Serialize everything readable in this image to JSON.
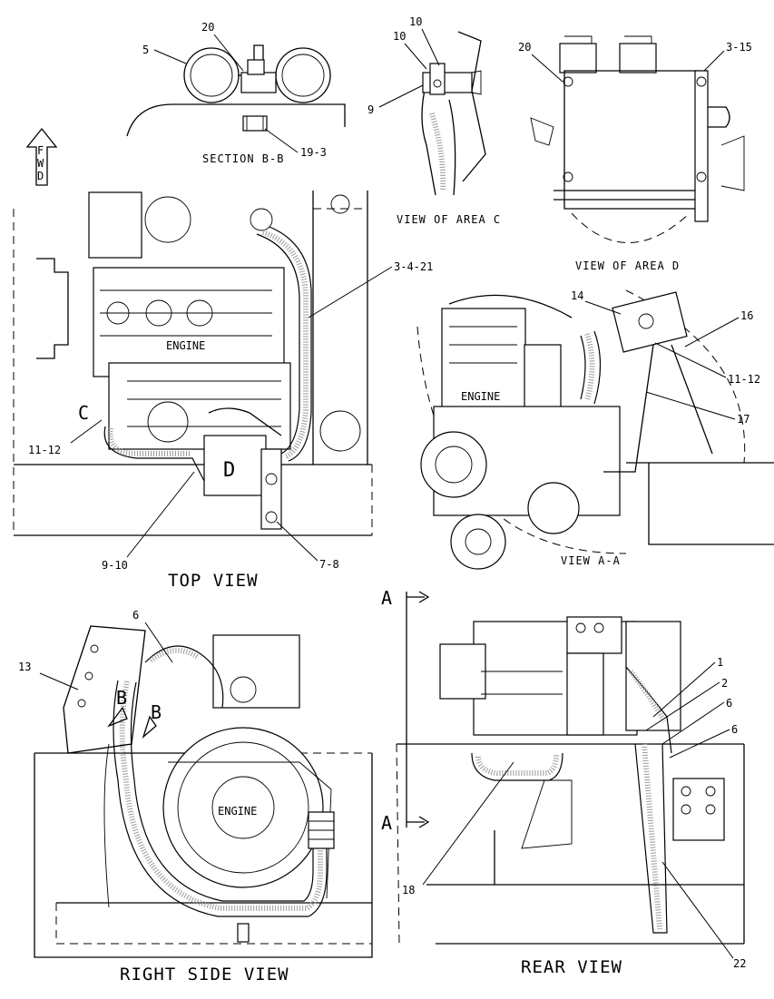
{
  "views": {
    "top_view": "TOP VIEW",
    "right_side_view": "RIGHT SIDE VIEW",
    "rear_view": "REAR VIEW",
    "view_a_a": "VIEW A-A",
    "view_area_c": "VIEW OF AREA C",
    "view_area_d": "VIEW OF AREA D",
    "section_b_b": "SECTION B-B"
  },
  "engine_label": "ENGINE",
  "fwd": [
    "F",
    "W",
    "D"
  ],
  "area_markers": {
    "c": "C",
    "d": "D",
    "b": "B",
    "a": "A"
  },
  "callouts": {
    "section_b_b": [
      "20",
      "5",
      "19-3"
    ],
    "area_c": [
      "10",
      "10",
      "9"
    ],
    "area_d": [
      "20",
      "3-15"
    ],
    "top_view": [
      "3-4-21",
      "11-12",
      "9-10",
      "7-8"
    ],
    "view_a_a": [
      "14",
      "16",
      "11-12",
      "17"
    ],
    "right_side": [
      "6",
      "13"
    ],
    "rear_view": [
      "1",
      "2",
      "6",
      "6",
      "18",
      "22"
    ]
  }
}
